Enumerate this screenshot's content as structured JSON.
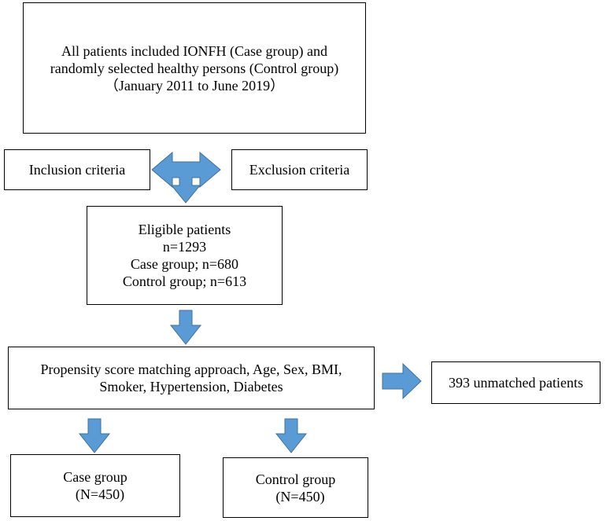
{
  "source": {
    "line1": "All  patients included IONFH (Case group) and",
    "line2": "randomly selected healthy persons (Control group)",
    "line3": "（January 2011 to June 2019）"
  },
  "inclusion": "Inclusion criteria",
  "exclusion": "Exclusion criteria",
  "eligible": {
    "title": "Eligible patients",
    "n": "n=1293",
    "case": "Case group; n=680",
    "control": "Control group; n=613"
  },
  "matching": {
    "line1": "Propensity score matching approach, Age, Sex, BMI,",
    "line2": "Smoker, Hypertension, Diabetes"
  },
  "unmatched": "393 unmatched patients",
  "case_result": {
    "label": "Case group",
    "n": "(N=450)"
  },
  "control_result": {
    "label": "Control group",
    "n": "(N=450)"
  },
  "colors": {
    "arrow_fill": "#5B9BD5",
    "arrow_stroke": "#41719C",
    "box_border": "#000000"
  }
}
